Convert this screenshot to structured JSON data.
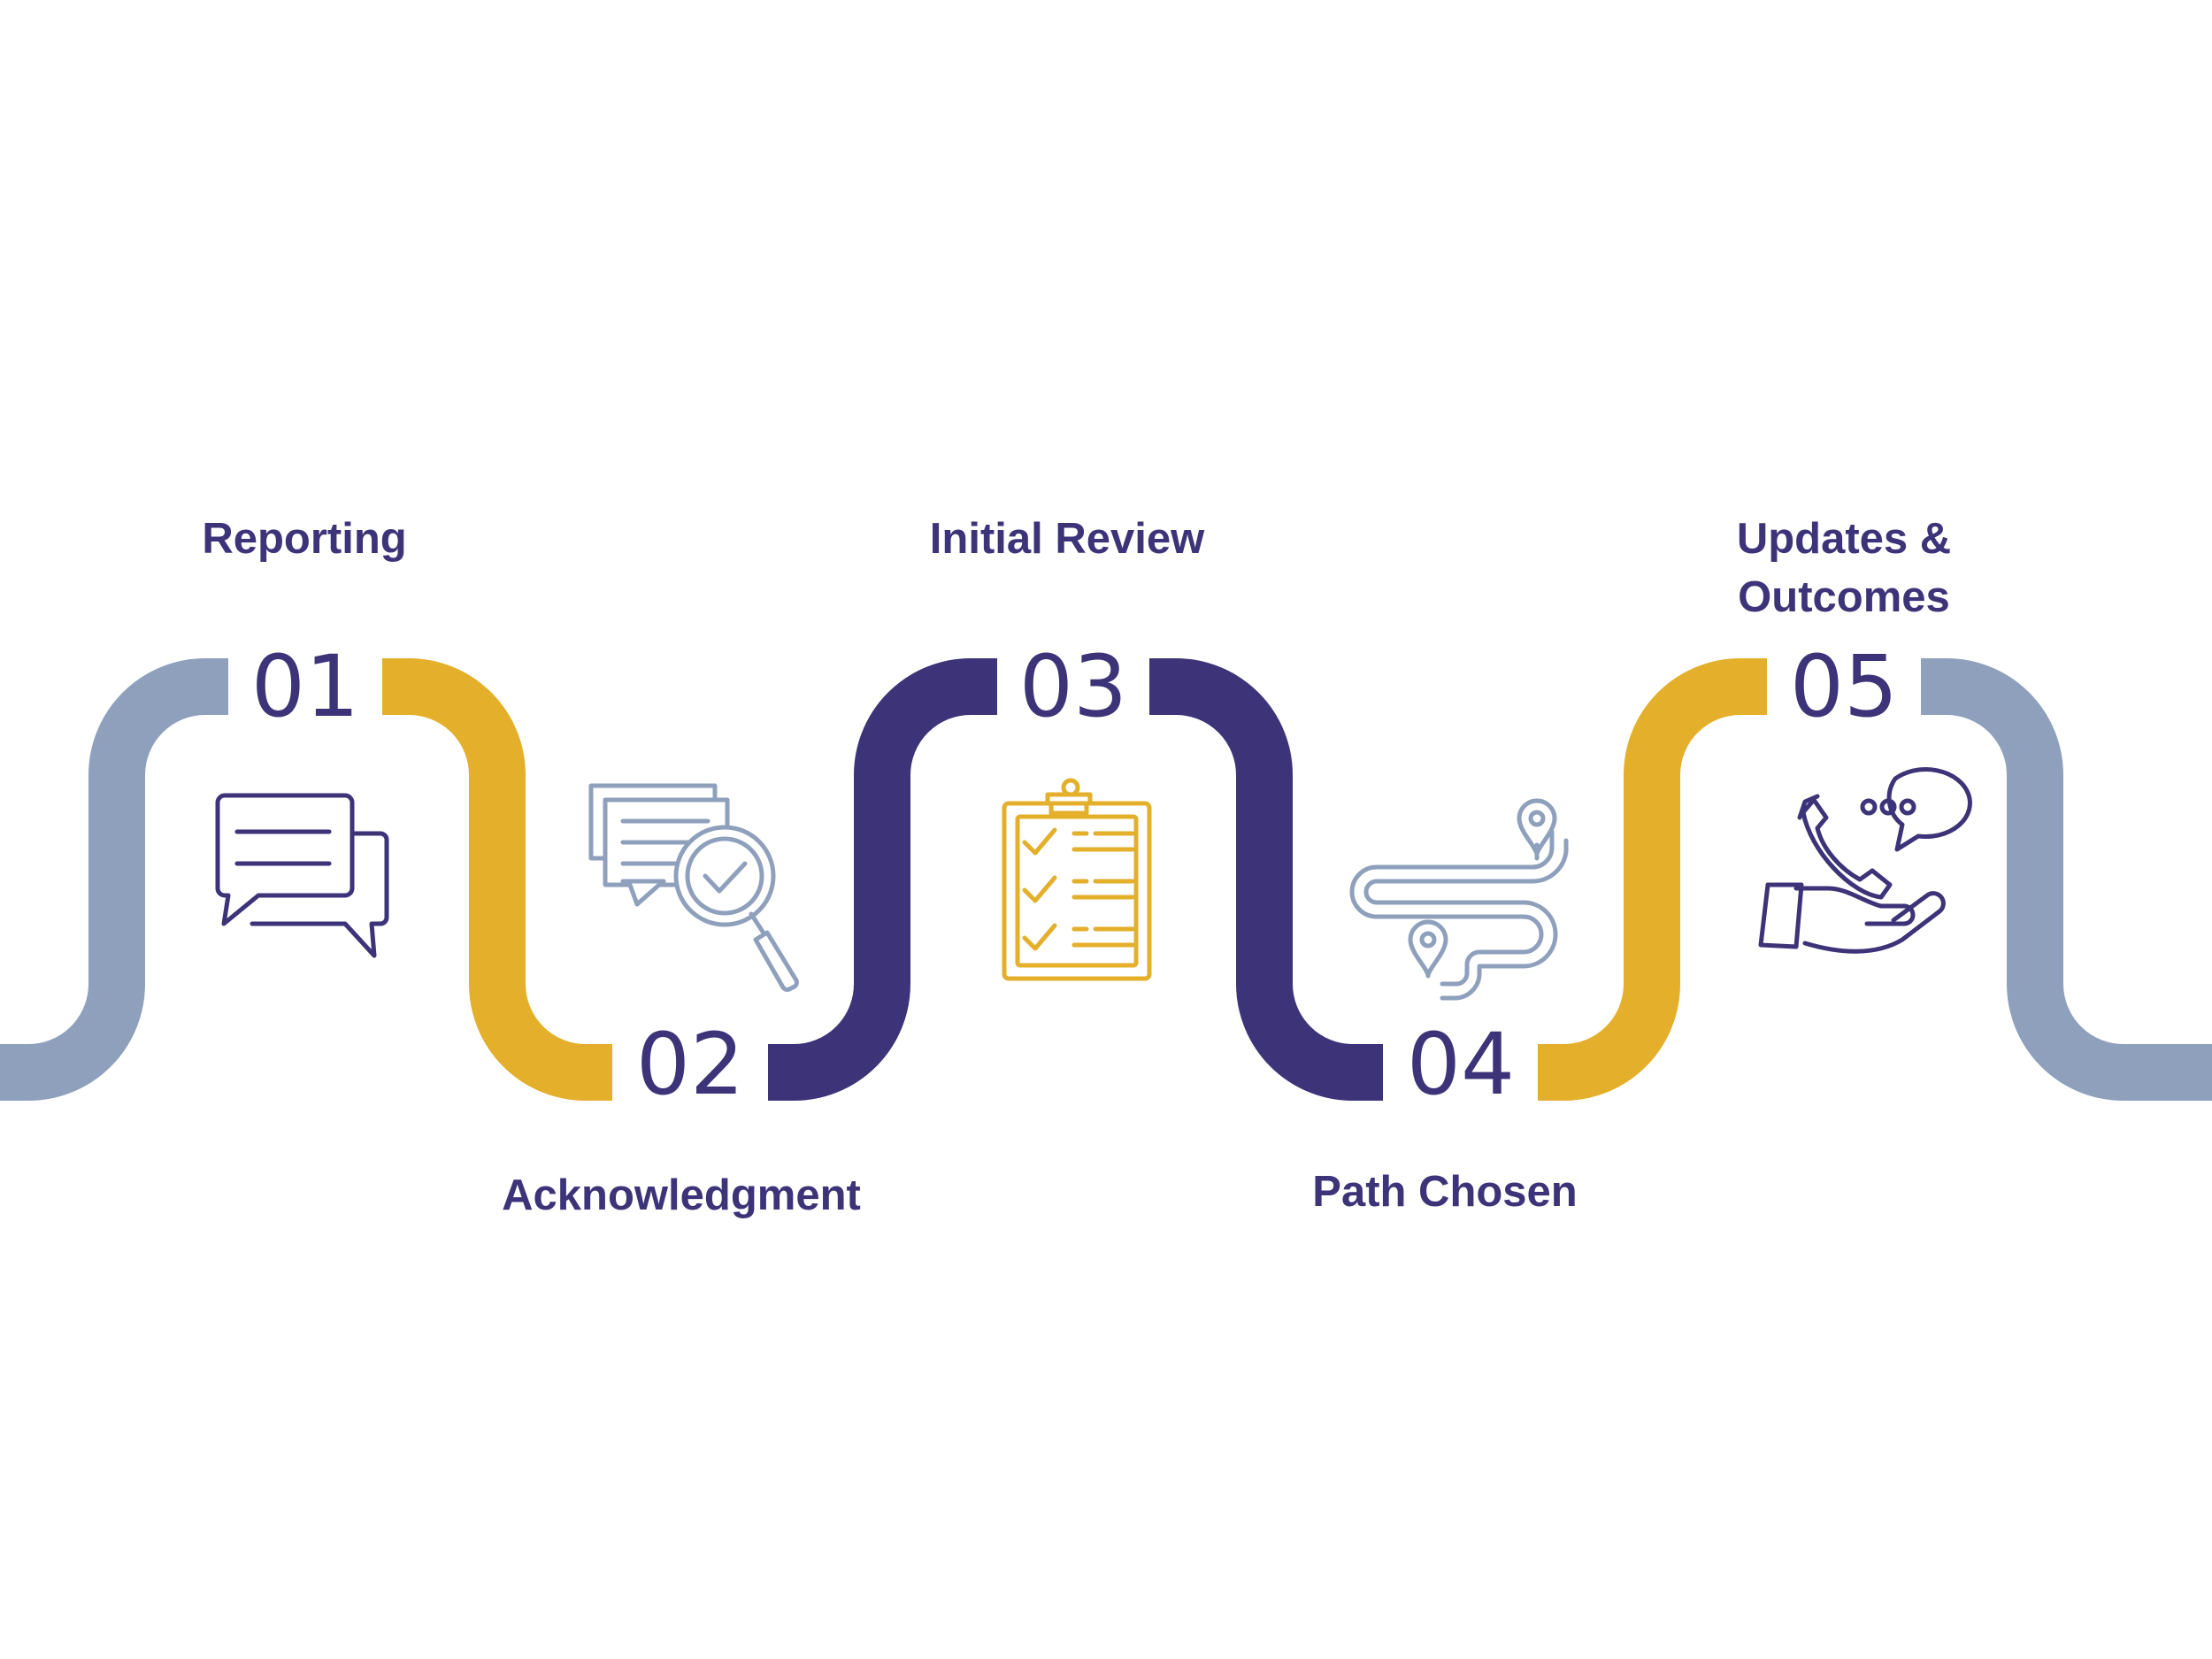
{
  "colors": {
    "navy": "#3d3378",
    "gold": "#e4af2b",
    "slate": "#8fa0bd",
    "background": "#ffffff"
  },
  "steps": [
    {
      "number": "01",
      "title": "Reporting",
      "icon": "chat-bubbles-icon",
      "color": "navy"
    },
    {
      "number": "02",
      "title": "Acknowledgment",
      "icon": "document-magnifier-check-icon",
      "color": "slate"
    },
    {
      "number": "03",
      "title": "Initial Review",
      "icon": "clipboard-checklist-icon",
      "color": "gold"
    },
    {
      "number": "04",
      "title": "Path Chosen",
      "icon": "route-map-pins-icon",
      "color": "slate"
    },
    {
      "number": "05",
      "title": "Updates &\nOutcomes",
      "icon": "hand-phone-chat-icon",
      "color": "navy"
    }
  ]
}
